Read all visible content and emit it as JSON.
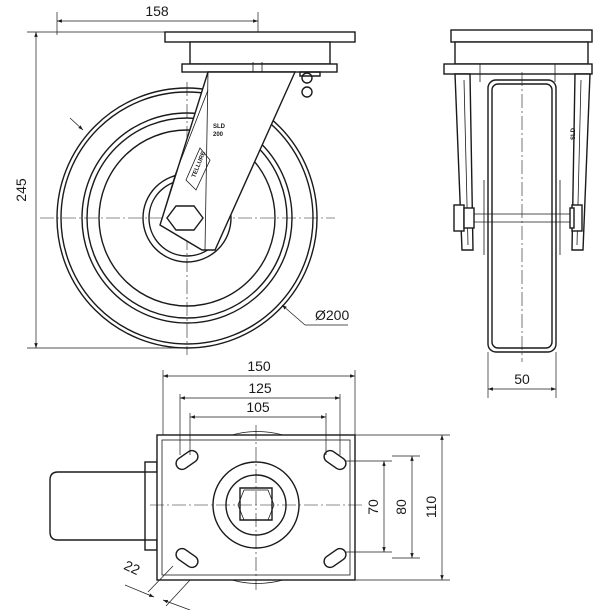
{
  "colors": {
    "line": "#1a1a1a",
    "background": "#ffffff"
  },
  "dimensions": {
    "plate_width_side": "158",
    "total_height": "245",
    "wheel_diameter": "Ø200",
    "wheel_width": "50",
    "plate_width": "150",
    "hole_spacing_outer": "125",
    "hole_spacing_inner": "105",
    "hole_spacing_v_inner": "70",
    "hole_spacing_v_outer": "80",
    "plate_length": "110",
    "slot_size": "22"
  }
}
